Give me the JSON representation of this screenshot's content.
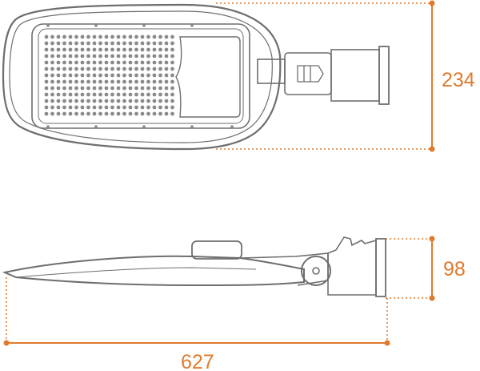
{
  "dimensions": {
    "width_label": "234",
    "height_label": "98",
    "length_label": "627"
  },
  "colors": {
    "dimension": "#e07a2c",
    "outline": "#6e6e6e",
    "led": "#8a8a8a"
  }
}
